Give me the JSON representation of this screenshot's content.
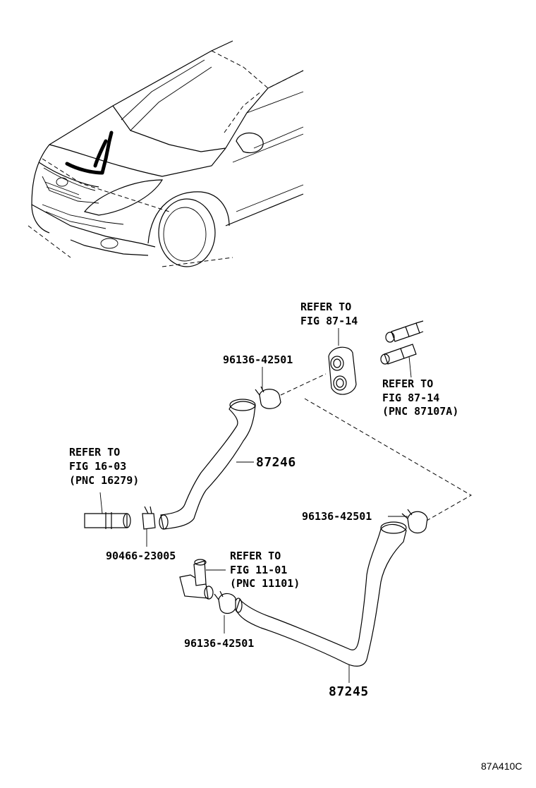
{
  "labels": {
    "ref_top_1": "REFER TO",
    "ref_top_2": "FIG 87-14",
    "ref_right_1": "REFER TO",
    "ref_right_2": "FIG 87-14",
    "ref_right_3": "(PNC 87107A)",
    "ref_left_1": "REFER TO",
    "ref_left_2": "FIG 16-03",
    "ref_left_3": "(PNC 16279)",
    "ref_mid_1": "REFER TO",
    "ref_mid_2": "FIG 11-01",
    "ref_mid_3": "(PNC 11101)",
    "clamp_top": "96136-42501",
    "clamp_right": "96136-42501",
    "clamp_bottom": "96136-42501",
    "clip": "90466-23005",
    "hose_upper": "87246",
    "hose_lower": "87245",
    "figure_code": "87A410C"
  }
}
